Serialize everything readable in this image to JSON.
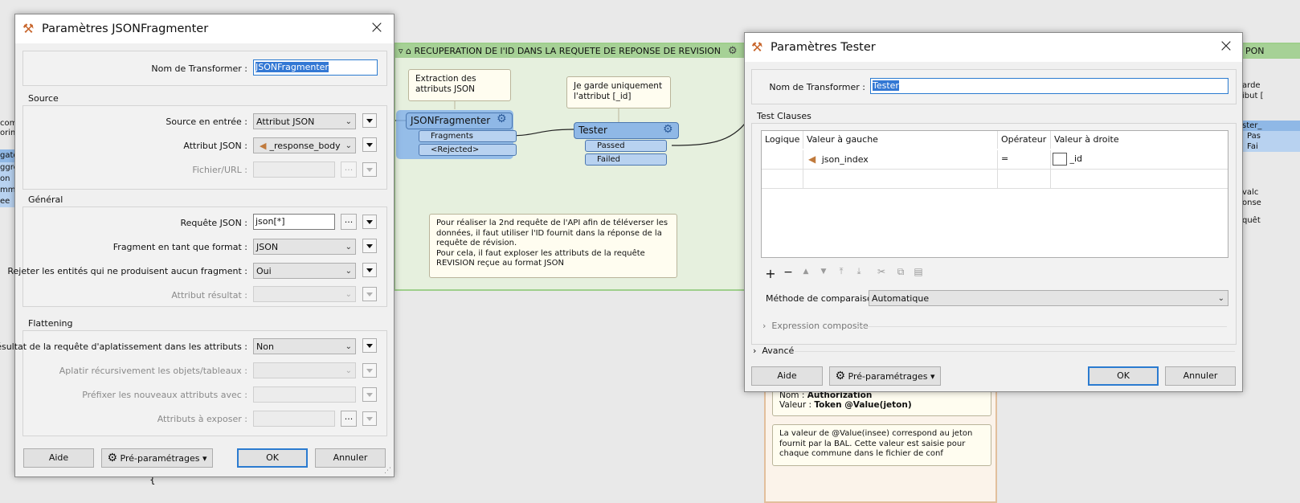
{
  "canvas": {
    "bookmark_title": "RECUPERATION DE l'ID DANS LA REQUETE DE REPONSE DE REVISION",
    "right_bookmark_title": "PON",
    "note_extraction": "Extraction des attributs JSON",
    "note_garde": "Je garde uniquement l'attribut [_id]",
    "note_pour": "Pour réaliser la 2nd requête de l'API afin de téléverser les données, il faut utiliser l'ID fournit dans la réponse de la requête de révision.\nPour cela, il faut exploser les attributs de la requête REVISION reçue au format JSON",
    "xf_jsonfragmenter": "JSONFragmenter",
    "port_fragments": "Fragments",
    "port_rejected": "<Rejected>",
    "xf_tester": "Tester",
    "port_passed": "Passed",
    "port_failed": "Failed",
    "left_edge": [
      "com",
      "orime",
      "gato",
      "ggreg",
      "on",
      "mmu",
      "ee"
    ],
    "right_edge": [
      "arde",
      "ibut [",
      "ster_",
      "Pas",
      "Fai",
      "valc",
      "onse",
      "quêt"
    ],
    "note_auth_nom_label": "Nom :",
    "note_auth_nom_value": "Authorization",
    "note_auth_valeur_label": "Valeur :",
    "note_auth_valeur_value": "Token @Value(jeton)",
    "note_insee": "La valeur de @Value(insee) correspond au jeton fournit par la BAL. Cette valeur est saisie pour chaque commune dans le fichier de conf",
    "bottom_brace": "{"
  },
  "dialog_json": {
    "title": "Paramètres JSONFragmenter",
    "nom_label": "Nom de Transformer :",
    "nom_value": "JSONFragmenter",
    "source_group": "Source",
    "source_entree_label": "Source en entrée :",
    "source_entree_value": "Attribut JSON",
    "attribut_json_label": "Attribut JSON :",
    "attribut_json_value": "_response_body",
    "fichier_url_label": "Fichier/URL :",
    "general_group": "Général",
    "requete_label": "Requête JSON :",
    "requete_value": "json[*]",
    "fragment_label": "Fragment en tant que format :",
    "fragment_value": "JSON",
    "rejeter_label": "Rejeter les entités qui ne produisent aucun fragment :",
    "rejeter_value": "Oui",
    "attribut_resultat_label": "Attribut résultat :",
    "flattening_group": "Flattening",
    "resultat_label": "Résultat de la requête d'aplatissement dans les attributs :",
    "resultat_value": "Non",
    "aplatir_label": "Aplatir récursivement les objets/tableaux :",
    "prefixer_label": "Préfixer les nouveaux attributs avec :",
    "exposer_label": "Attributs à exposer :",
    "ellipsis": "...",
    "btn_aide": "Aide",
    "btn_preparam": "Pré-paramétrages",
    "btn_ok": "OK",
    "btn_annuler": "Annuler"
  },
  "dialog_tester": {
    "title": "Paramètres Tester",
    "nom_label": "Nom de Transformer :",
    "nom_value": "Tester",
    "test_clauses": "Test Clauses",
    "columns": [
      "Logique",
      "Valeur à gauche",
      "Opérateur",
      "Valeur à droite"
    ],
    "row": {
      "logique": "",
      "gauche": "json_index",
      "operateur": "=",
      "droite": "_id"
    },
    "methode_label": "Méthode de comparaison :",
    "methode_value": "Automatique",
    "expression": "Expression composite",
    "avance": "Avancé",
    "btn_aide": "Aide",
    "btn_preparam": "Pré-paramétrages",
    "btn_ok": "OK",
    "btn_annuler": "Annuler"
  },
  "colors": {
    "accent": "#2b7bd0",
    "bookmark_green": "#a6d196",
    "transformer_blue": "#8fb8e6",
    "note_bg": "#fffdf0"
  }
}
